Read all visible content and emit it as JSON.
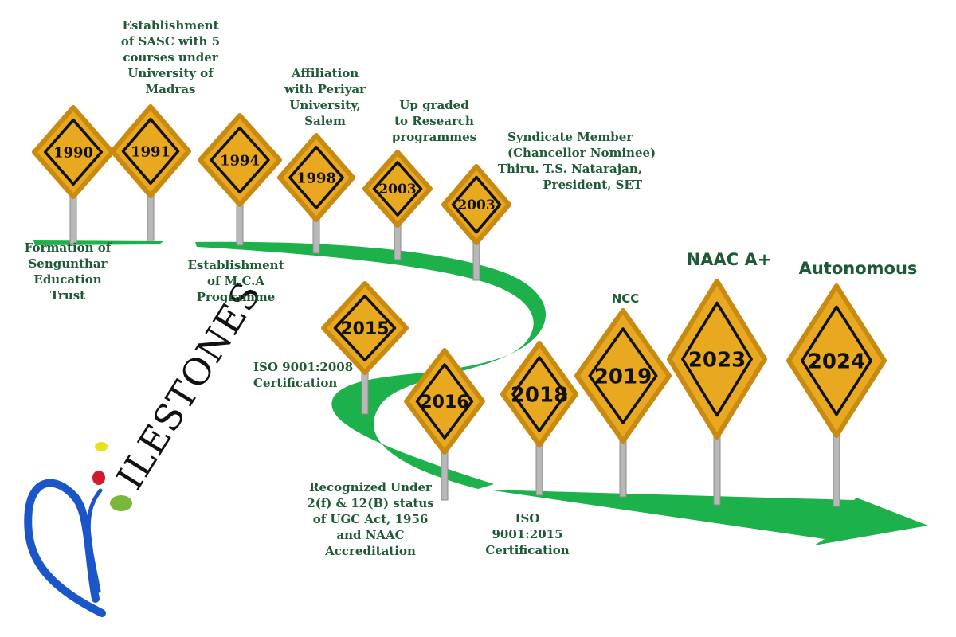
{
  "colors": {
    "road": "#1db14b",
    "sign_fill": "#e8a820",
    "sign_border": "#111111",
    "post": "#b8b8b8",
    "caption": "#1f5a36",
    "logo_blue": "#1a56c8",
    "logo_red": "#d11b2b",
    "logo_green": "#7ab83c",
    "logo_yellow": "#e8e21a"
  },
  "logo": {
    "text": "ILESTONES",
    "icon": "m-swirl-logo"
  },
  "milestones": [
    {
      "year": "1990",
      "caption": [
        "Formation of",
        "Sengunthar",
        "Education",
        "Trust"
      ]
    },
    {
      "year": "1991",
      "caption": [
        "Establishment",
        "of SASC with 5",
        "courses under",
        "University of",
        "Madras"
      ]
    },
    {
      "year": "1994",
      "caption": [
        "Establishment",
        "of M.C.A",
        "Programme"
      ]
    },
    {
      "year": "1998",
      "caption": [
        "Affiliation",
        "with Periyar",
        "University,",
        "Salem"
      ]
    },
    {
      "year": "2003",
      "caption": [
        "Up graded",
        "to Research",
        "programmes"
      ]
    },
    {
      "year": "2003",
      "caption": [
        "Syndicate Member",
        "(Chancellor Nominee)",
        "Thiru. T.S. Natarajan,",
        "President, SET"
      ]
    },
    {
      "year": "2015",
      "caption": [
        "ISO 9001:2008",
        "Certification"
      ]
    },
    {
      "year": "2016",
      "caption": [
        "Recognized Under",
        "2(f) & 12(B) status",
        "of UGC Act, 1956",
        "and NAAC",
        "Accreditation"
      ]
    },
    {
      "year": "2018",
      "caption": [
        "ISO",
        "9001:2015",
        "Certification"
      ]
    },
    {
      "year": "2019",
      "caption": [
        "NCC"
      ]
    },
    {
      "year": "2023",
      "caption": [
        "NAAC  A+"
      ]
    },
    {
      "year": "2024",
      "caption": [
        "Autonomous"
      ]
    }
  ]
}
